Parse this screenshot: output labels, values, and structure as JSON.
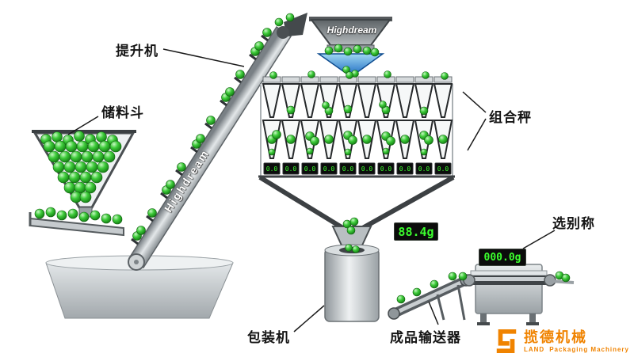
{
  "diagram": {
    "labels": {
      "elevator": "提升机",
      "storage_hopper": "储料斗",
      "combination_weigher": "组合秤",
      "sorting_scale": "选别称",
      "packaging_machine": "包装机",
      "product_conveyor": "成品输送器"
    },
    "brand": {
      "name": "Highdream"
    },
    "displays": {
      "weight_reading": "88.4g",
      "checkweigher_reading": "000.0g",
      "head_displays": [
        "0.0",
        "0.0",
        "0.0",
        "0.0",
        "0.0",
        "0.0",
        "0.0",
        "0.0",
        "0.0",
        "0.0"
      ]
    },
    "logo": {
      "name_cn": "揽德机械",
      "name_en": "LAND",
      "tagline": "Packaging Machinery"
    },
    "colors": {
      "product_green": "#2db52d",
      "display_green": "#3cff2e",
      "display_bg": "#0b0c0b",
      "cone_blue": "#1565c0",
      "logo_orange": "#f08300"
    }
  }
}
